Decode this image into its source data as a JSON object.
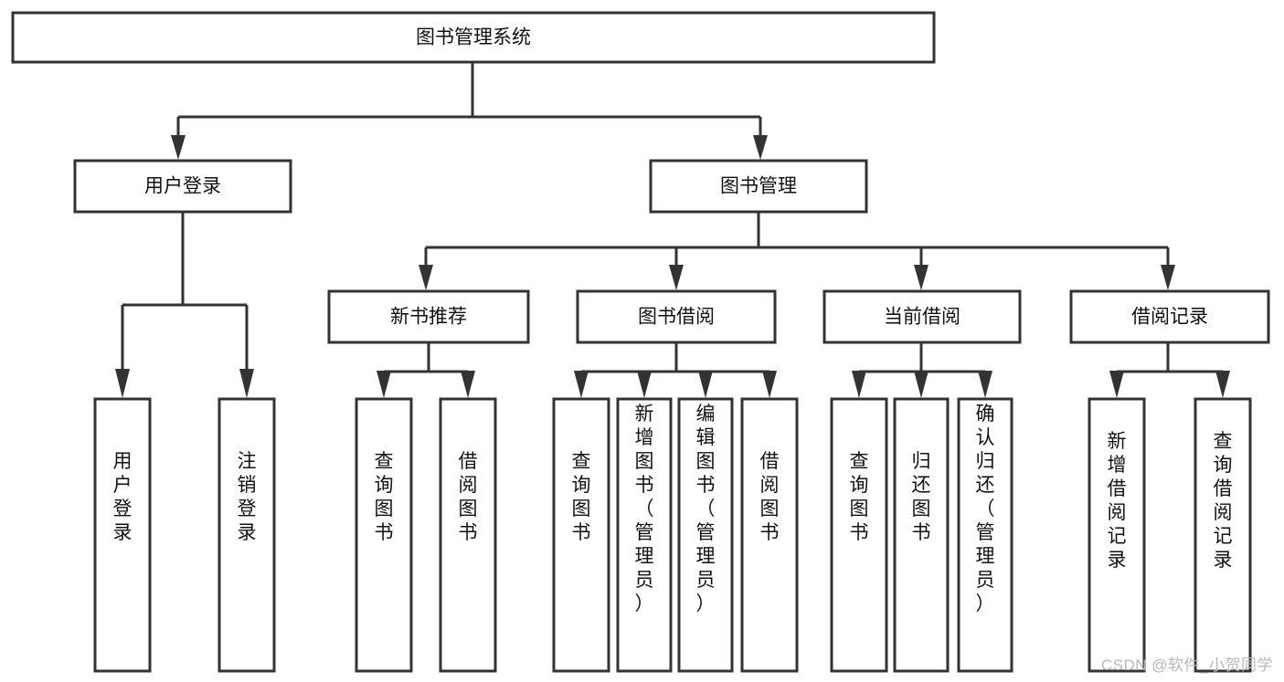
{
  "diagram": {
    "type": "tree-hierarchy",
    "title": "图书管理系统",
    "watermark": "CSDN @软件_小贺同学",
    "colors": {
      "background": "#ffffff",
      "stroke": "#333333",
      "text": "#111111",
      "watermark": "#b8b8b8"
    },
    "levels": {
      "root": {
        "label": "图书管理系统"
      },
      "level1": [
        {
          "label": "用户登录"
        },
        {
          "label": "图书管理"
        }
      ],
      "level2": [
        {
          "label": "新书推荐",
          "parent": "图书管理"
        },
        {
          "label": "图书借阅",
          "parent": "图书管理"
        },
        {
          "label": "当前借阅",
          "parent": "图书管理"
        },
        {
          "label": "借阅记录",
          "parent": "图书管理"
        }
      ],
      "leaves": [
        {
          "label": "用户登录",
          "parent": "用户登录"
        },
        {
          "label": "注销登录",
          "parent": "用户登录"
        },
        {
          "label": "查询图书",
          "parent": "新书推荐"
        },
        {
          "label": "借阅图书",
          "parent": "新书推荐"
        },
        {
          "label": "查询图书",
          "parent": "图书借阅"
        },
        {
          "label": "新增图书（管理员）",
          "parent": "图书借阅"
        },
        {
          "label": "编辑图书（管理员）",
          "parent": "图书借阅"
        },
        {
          "label": "借阅图书",
          "parent": "图书借阅"
        },
        {
          "label": "查询图书",
          "parent": "当前借阅"
        },
        {
          "label": "归还图书",
          "parent": "当前借阅"
        },
        {
          "label": "确认归还（管理员）",
          "parent": "当前借阅"
        },
        {
          "label": "新增借阅记录",
          "parent": "借阅记录"
        },
        {
          "label": "查询借阅记录",
          "parent": "借阅记录"
        }
      ]
    }
  }
}
